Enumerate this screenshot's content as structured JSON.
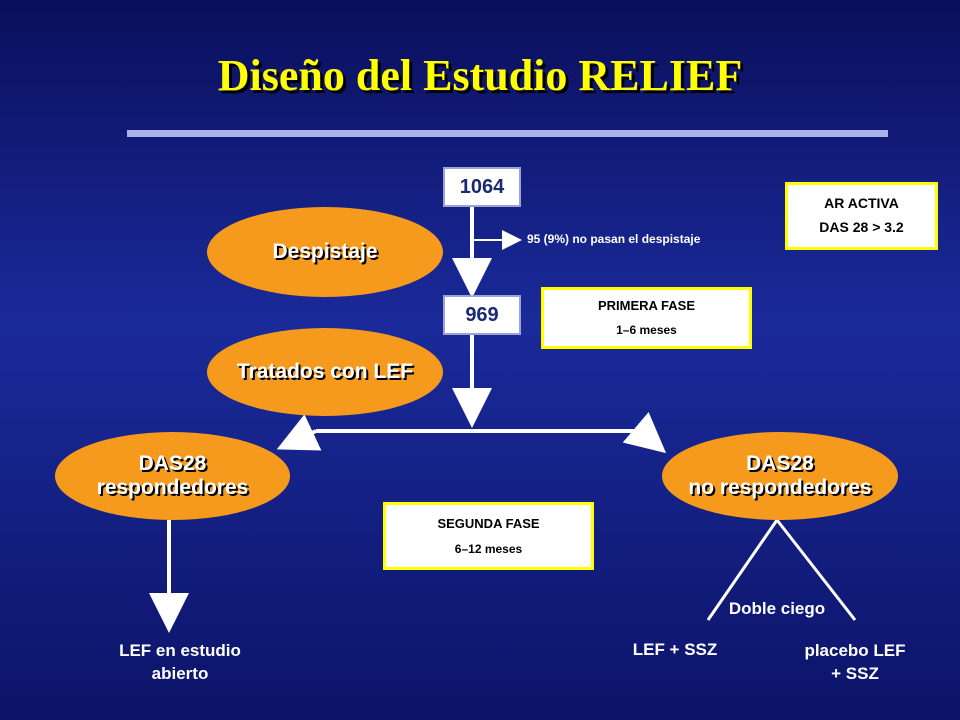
{
  "title": "Diseño del Estudio RELIEF",
  "counts": {
    "screened": "1064",
    "treated": "969"
  },
  "screen_fail": "95 (9%) no pasan el despistaje",
  "criteria": {
    "line1": "AR ACTIVA",
    "line2": "DAS 28 > 3.2"
  },
  "phase1": {
    "label": "PRIMERA FASE",
    "duration": "1–6 meses"
  },
  "phase2": {
    "label": "SEGUNDA FASE",
    "duration": "6–12 meses"
  },
  "ellipses": {
    "screening": "Despistaje",
    "treated": "Tratados con LEF",
    "responders_l1": "DAS28",
    "responders_l2": "respondedores",
    "nonresponders_l1": "DAS28",
    "nonresponders_l2": "no respondedores"
  },
  "outcomes": {
    "open_label_l1": "LEF en estudio",
    "open_label_l2": "abierto",
    "double_blind": "Doble ciego",
    "arm_a": "LEF + SSZ",
    "arm_b_l1": "placebo LEF",
    "arm_b_l2": "+ SSZ"
  },
  "colors": {
    "background": "#1a2a9a",
    "title": "#ffff00",
    "ellipse": "#f59a1c",
    "box_border": "#ffff00",
    "arrow": "#ffffff"
  }
}
